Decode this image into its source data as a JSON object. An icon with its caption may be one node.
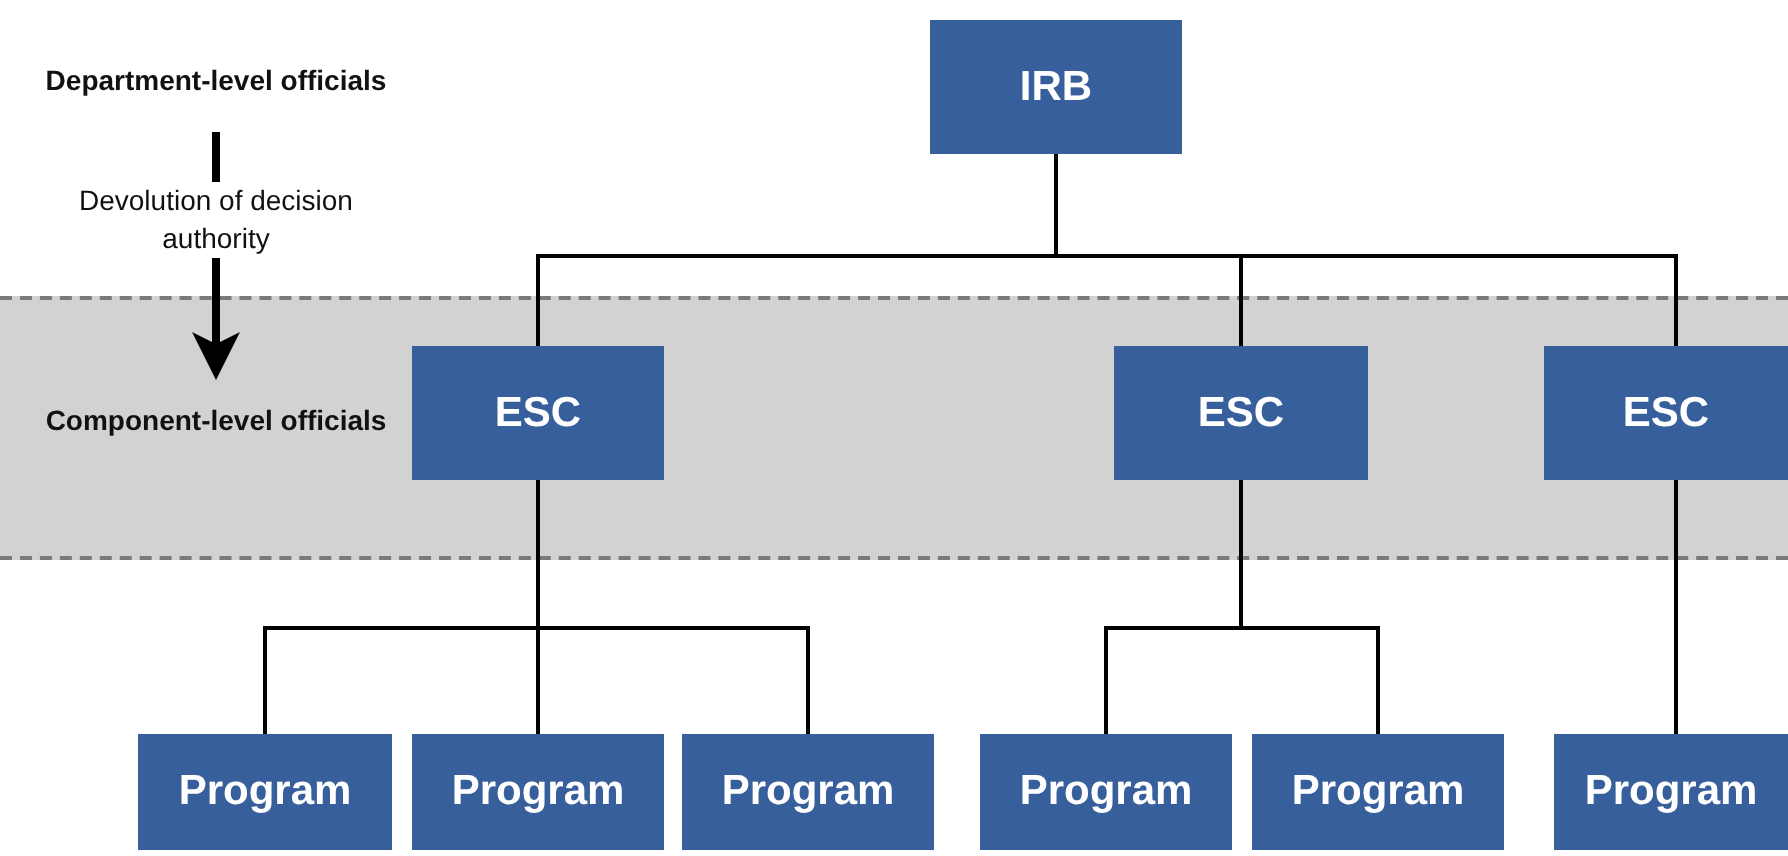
{
  "diagram": {
    "nodes": [
      {
        "text": [
          "Department-level officials"
        ]
      },
      {
        "text": [
          "Component-level officials"
        ]
      },
      {
        "text": [
          "IRB"
        ]
      },
      {
        "text": [
          "ESC"
        ]
      },
      {
        "text": [
          "ESC"
        ]
      },
      {
        "text": [
          "ESC"
        ]
      },
      {
        "text": [
          "Program"
        ]
      },
      {
        "text": [
          "Program"
        ]
      },
      {
        "text": [
          "Program"
        ]
      },
      {
        "text": [
          "Program"
        ]
      },
      {
        "text": [
          "Program"
        ]
      },
      {
        "text": [
          "Program"
        ]
      }
    ],
    "edges": [
      {
        "from": 0,
        "to": 1,
        "arrow": "to",
        "label": "Devolution of decision authority",
        "style": "thick"
      },
      {
        "from": 2,
        "to": 3,
        "arrow": "none"
      },
      {
        "from": 2,
        "to": 4,
        "arrow": "none"
      },
      {
        "from": 2,
        "to": 5,
        "arrow": "none"
      },
      {
        "from": 3,
        "to": 6,
        "arrow": "none"
      },
      {
        "from": 3,
        "to": 7,
        "arrow": "none"
      },
      {
        "from": 3,
        "to": 8,
        "arrow": "none"
      },
      {
        "from": 4,
        "to": 9,
        "arrow": "none"
      },
      {
        "from": 4,
        "to": 10,
        "arrow": "none"
      },
      {
        "from": 5,
        "to": 11,
        "arrow": "none"
      }
    ]
  }
}
